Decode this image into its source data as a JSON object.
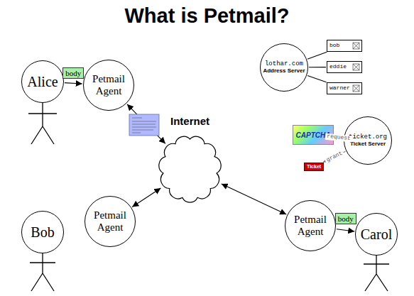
{
  "diagram": {
    "title": "What is Petmail?",
    "nodes": [
      {
        "text": [
          "Alice"
        ]
      },
      {
        "text": [
          "Petmail Agent"
        ]
      },
      {
        "text": [
          "lothar.com",
          "Address Server"
        ]
      },
      {
        "text": [
          "bob"
        ]
      },
      {
        "text": [
          "eddie"
        ]
      },
      {
        "text": [
          "warner"
        ]
      },
      {
        "text": [
          "Internet"
        ]
      },
      {
        "text": [
          "CAPTCHA"
        ]
      },
      {
        "text": [
          "ticket.org",
          "Ticket Server"
        ]
      },
      {
        "text": [
          "Ticket"
        ]
      },
      {
        "text": [
          "Bob"
        ]
      },
      {
        "text": [
          "Petmail Agent"
        ]
      },
      {
        "text": [
          "Petmail Agent"
        ]
      },
      {
        "text": [
          "Carol"
        ]
      }
    ],
    "edges": [
      {
        "from": 0,
        "to": 1,
        "arrow": "to",
        "label": "body"
      },
      {
        "from": 1,
        "to": 6,
        "arrow": "both"
      },
      {
        "from": 2,
        "to": 3,
        "arrow": "none"
      },
      {
        "from": 2,
        "to": 4,
        "arrow": "none"
      },
      {
        "from": 2,
        "to": 5,
        "arrow": "none"
      },
      {
        "from": 7,
        "to": 8,
        "arrow": "to",
        "label": "request"
      },
      {
        "from": 8,
        "to": 9,
        "arrow": "to",
        "label": "grant"
      },
      {
        "from": 11,
        "to": 6,
        "arrow": "both"
      },
      {
        "from": 6,
        "to": 12,
        "arrow": "both"
      },
      {
        "from": 12,
        "to": 13,
        "arrow": "to",
        "label": "body"
      }
    ]
  }
}
